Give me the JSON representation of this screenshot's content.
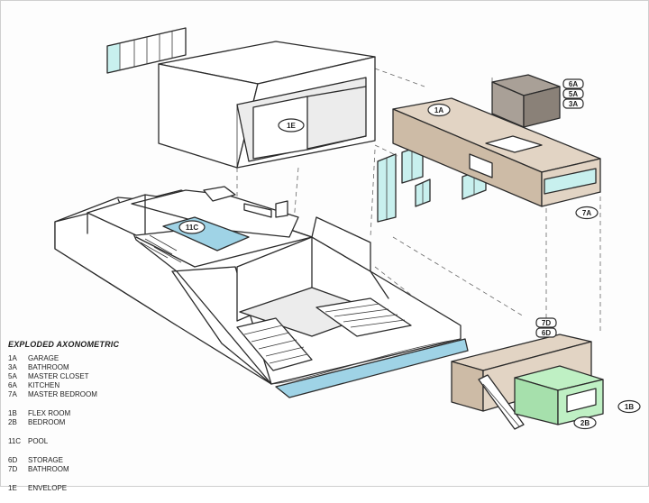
{
  "legend": {
    "title": "EXPLODED AXONOMETRIC",
    "groups": [
      [
        {
          "code": "1A",
          "label": "GARAGE"
        },
        {
          "code": "3A",
          "label": "BATHROOM"
        },
        {
          "code": "5A",
          "label": "MASTER CLOSET"
        },
        {
          "code": "6A",
          "label": "KITCHEN"
        },
        {
          "code": "7A",
          "label": "MASTER BEDROOM"
        }
      ],
      [
        {
          "code": "1B",
          "label": "FLEX ROOM"
        },
        {
          "code": "2B",
          "label": "BEDROOM"
        }
      ],
      [
        {
          "code": "11C",
          "label": "POOL"
        }
      ],
      [
        {
          "code": "6D",
          "label": "STORAGE"
        },
        {
          "code": "7D",
          "label": "BATHROOM"
        }
      ],
      [
        {
          "code": "1E",
          "label": "ENVELOPE"
        }
      ]
    ]
  },
  "tags": {
    "t1E": "1E",
    "t1A": "1A",
    "t6A": "6A",
    "t5A": "5A",
    "t3A": "3A",
    "t7A": "7A",
    "t11C": "11C",
    "t7D": "7D",
    "t6D": "6D",
    "t1B": "1B",
    "t2B": "2B"
  },
  "colors": {
    "glass": "#c8f0ee",
    "pool": "#9fd3e6",
    "tan": "#e2d4c4",
    "grey": "#a9a097",
    "green": "#bff0c4"
  }
}
